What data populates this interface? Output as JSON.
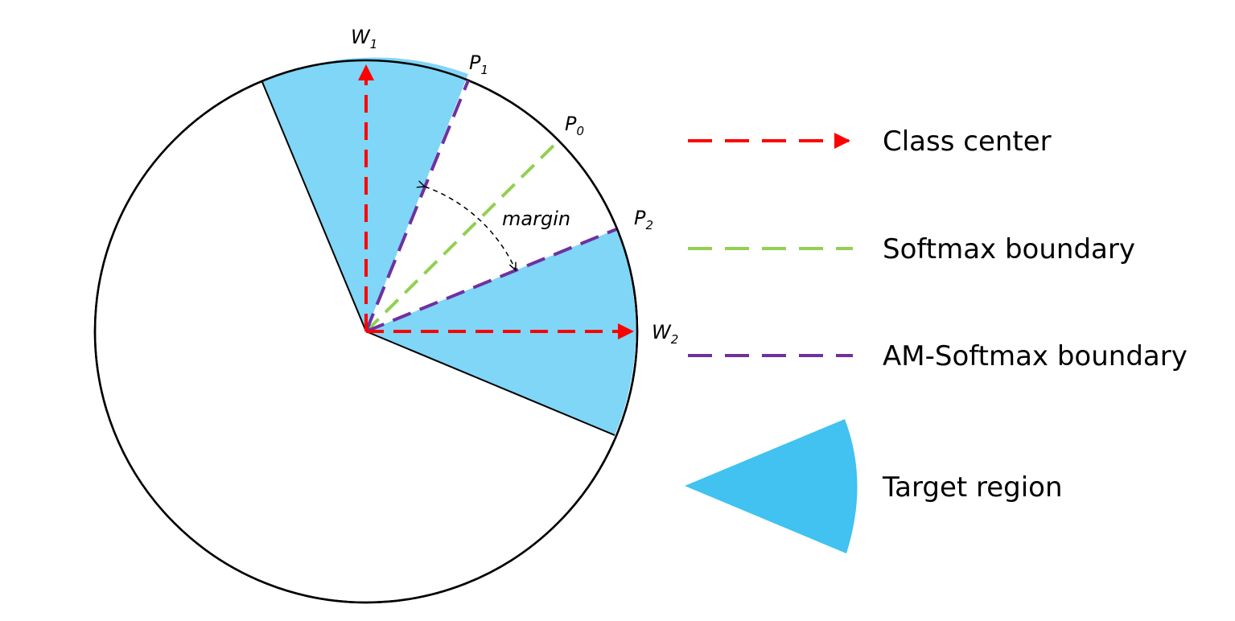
{
  "points": {
    "w1": {
      "base": "W",
      "sub": "1"
    },
    "p1": {
      "base": "P",
      "sub": "1"
    },
    "p0": {
      "base": "P",
      "sub": "0"
    },
    "p2": {
      "base": "P",
      "sub": "2"
    },
    "w2": {
      "base": "W",
      "sub": "2"
    }
  },
  "margin_label": "margin",
  "legend": [
    {
      "label": "Class center",
      "color": "#ff0000",
      "style": "dashed-arrow"
    },
    {
      "label": "Softmax boundary",
      "color": "#92d050",
      "style": "dashed"
    },
    {
      "label": "AM-Softmax boundary",
      "color": "#7030a0",
      "style": "dashed"
    },
    {
      "label": "Target region",
      "color": "#41c2f0",
      "style": "sector"
    }
  ],
  "colors": {
    "target_region_fill": "#7fd6f6",
    "class_center": "#ff0000",
    "softmax_boundary": "#92d050",
    "am_softmax_boundary": "#7030a0",
    "circle_stroke": "#000000",
    "legend_sector_fill": "#41c2f0"
  }
}
